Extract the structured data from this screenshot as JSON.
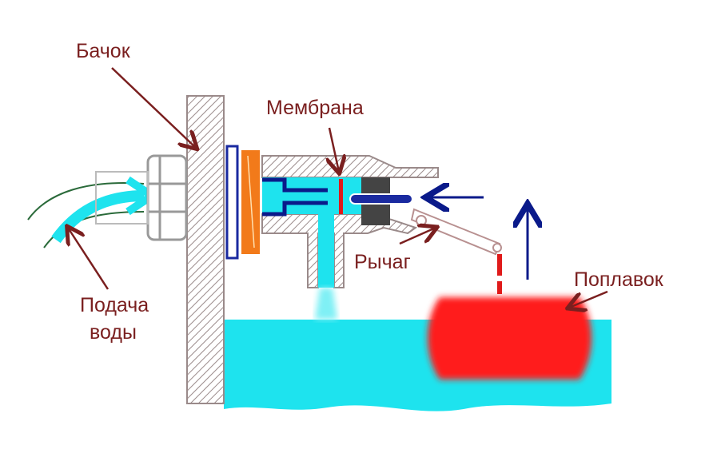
{
  "labels": {
    "tank": "Бачок",
    "membrane": "Мембрана",
    "lever": "Рычаг",
    "float": "Поплавок",
    "water_supply_line1": "Подача",
    "water_supply_line2": "воды"
  },
  "colors": {
    "label": "#7a1f1f",
    "water": "#1ee3ee",
    "float": "#ff1a1a",
    "hatch": "#9a8a8a",
    "arrow_blue": "#0a1a8a",
    "gasket": "#f27a1a"
  }
}
